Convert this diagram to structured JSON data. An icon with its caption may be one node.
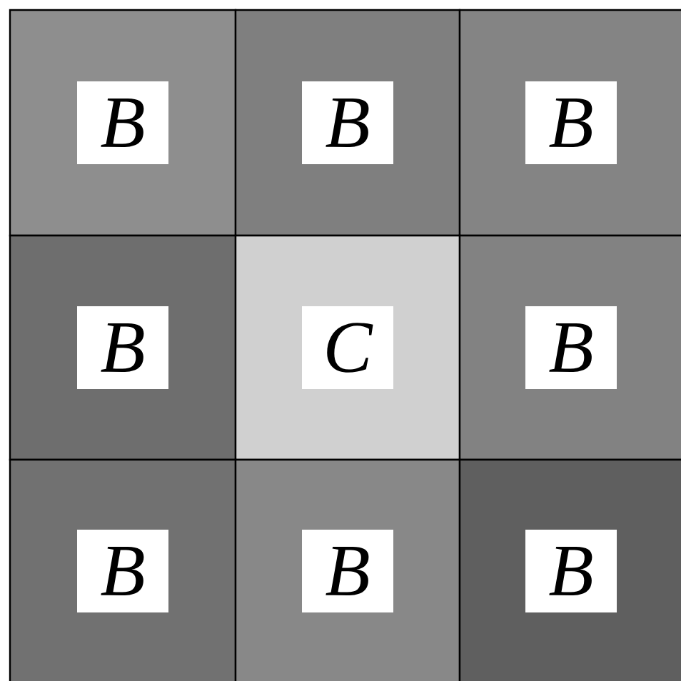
{
  "diagram": {
    "nodes": [
      {
        "text": [
          "B"
        ]
      },
      {
        "text": [
          "B"
        ]
      },
      {
        "text": [
          "B"
        ]
      },
      {
        "text": [
          "B"
        ]
      },
      {
        "text": [
          "C"
        ]
      },
      {
        "text": [
          "B"
        ]
      },
      {
        "text": [
          "B"
        ]
      },
      {
        "text": [
          "B"
        ]
      },
      {
        "text": [
          "B"
        ]
      }
    ]
  }
}
